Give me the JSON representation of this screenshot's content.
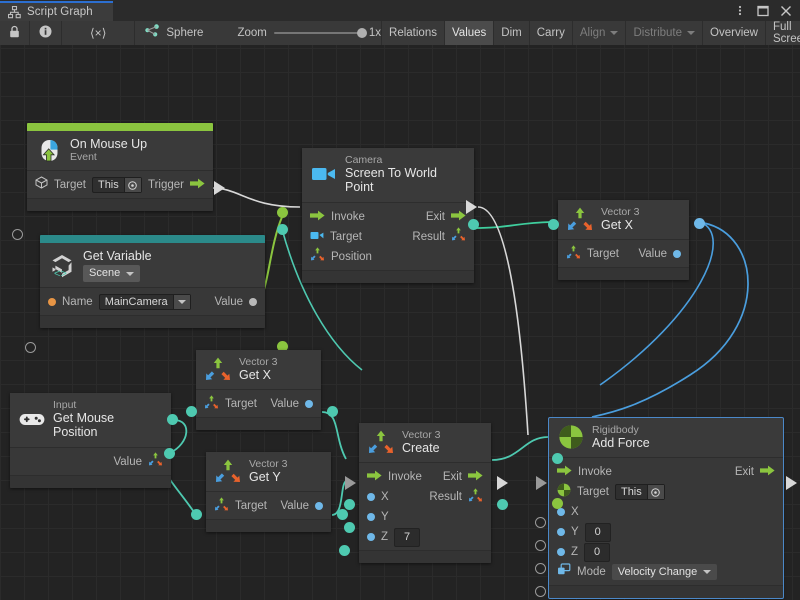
{
  "window": {
    "tab_title": "Script Graph",
    "tab_icon": "script-graph-icon",
    "buttons": [
      {
        "name": "window-menu-button",
        "glyph": "kebab-menu-icon"
      },
      {
        "name": "window-maximize-button",
        "glyph": "maximize-icon"
      },
      {
        "name": "window-close-button",
        "glyph": "close-icon"
      }
    ]
  },
  "toolbar": {
    "lock_icon": "lock-icon",
    "info_icon": "info-icon",
    "code_icon": "angle-brackets-icon",
    "object_label": "Sphere",
    "object_icon": "graph-asset-icon",
    "zoom_label": "Zoom",
    "zoom_value": "1x",
    "buttons": [
      {
        "label": "Relations",
        "active": false,
        "dim": false,
        "caret": false
      },
      {
        "label": "Values",
        "active": true,
        "dim": false,
        "caret": false
      },
      {
        "label": "Dim",
        "active": false,
        "dim": false,
        "caret": false
      },
      {
        "label": "Carry",
        "active": false,
        "dim": false,
        "caret": false
      },
      {
        "label": "Align",
        "active": false,
        "dim": true,
        "caret": true
      },
      {
        "label": "Distribute",
        "active": false,
        "dim": true,
        "caret": true
      },
      {
        "label": "Overview",
        "active": false,
        "dim": false,
        "caret": false
      },
      {
        "label": "Full Screen",
        "active": false,
        "dim": false,
        "caret": false
      }
    ]
  },
  "colors": {
    "canvas_bg": "#232323",
    "node_bg": "#383838",
    "accent_event": "#8bc53f",
    "accent_variable": "#2b8a8a",
    "selection": "#4b88c8",
    "wire_flow": "#d8d8d8",
    "wire_value_teal": "#4ec9b0",
    "wire_value_blue": "#4a9ede",
    "wire_value_green": "#8bc53f",
    "port_blue": "#6fb8e8",
    "port_green": "#8bc53f",
    "port_orange": "#e79545"
  },
  "nodes": [
    {
      "id": "on-mouse-up",
      "type": "On Mouse Up",
      "title": "Event",
      "icon": "mouse-up-event-icon",
      "accent": "#8bc53f",
      "selected": false,
      "rows": [
        {
          "left": {
            "icon": "cube-icon",
            "label": "Target",
            "field": {
              "kind": "popup",
              "value": "This"
            }
          },
          "right": {
            "label": "Trigger",
            "icon": "flow-arrow-icon"
          }
        }
      ]
    },
    {
      "id": "get-variable",
      "type": "Get Variable",
      "title": "",
      "scope": "Scene",
      "icon": "unity-variable-icon",
      "accent": "#2b8a8a",
      "selected": false,
      "rows": [
        {
          "left": {
            "dot": "orange",
            "label": "Name",
            "field": {
              "kind": "dropdown",
              "value": "MainCamera"
            }
          },
          "right": {
            "label": "Value",
            "dot": "grey"
          }
        }
      ]
    },
    {
      "id": "camera-screen-to-world-point",
      "type": "Camera",
      "title": "Screen To World Point",
      "icon": "camera-icon",
      "accent": null,
      "selected": false,
      "rows": [
        {
          "left": {
            "icon": "flow-arrow-icon",
            "label": "Invoke"
          },
          "right": {
            "label": "Exit",
            "icon": "flow-arrow-icon"
          }
        },
        {
          "left": {
            "icon": "camera-icon",
            "label": "Target"
          },
          "right": {
            "label": "Result",
            "icon": "vector3-icon"
          }
        },
        {
          "left": {
            "icon": "vector3-icon",
            "label": "Position"
          },
          "right": null
        }
      ]
    },
    {
      "id": "vector3-get-x-right",
      "type": "Vector 3",
      "title": "Get X",
      "icon": "vector3-icon",
      "accent": null,
      "selected": false,
      "rows": [
        {
          "left": {
            "icon": "vector3-icon",
            "label": "Target"
          },
          "right": {
            "label": "Value",
            "dot": "blue"
          }
        }
      ]
    },
    {
      "id": "vector3-get-x-left",
      "type": "Vector 3",
      "title": "Get X",
      "icon": "vector3-icon",
      "accent": null,
      "selected": false,
      "rows": [
        {
          "left": {
            "icon": "vector3-icon",
            "label": "Target"
          },
          "right": {
            "label": "Value",
            "dot": "blue"
          }
        }
      ]
    },
    {
      "id": "vector3-get-y",
      "type": "Vector 3",
      "title": "Get Y",
      "icon": "vector3-icon",
      "accent": null,
      "selected": false,
      "rows": [
        {
          "left": {
            "icon": "vector3-icon",
            "label": "Target"
          },
          "right": {
            "label": "Value",
            "dot": "blue"
          }
        }
      ]
    },
    {
      "id": "input-get-mouse-position",
      "type": "Input",
      "title": "Get Mouse Position",
      "icon": "gamepad-icon",
      "accent": null,
      "selected": false,
      "rows": [
        {
          "left": null,
          "right": {
            "label": "Value",
            "icon": "vector3-icon"
          }
        }
      ]
    },
    {
      "id": "vector3-create",
      "type": "Vector 3",
      "title": "Create",
      "icon": "vector3-icon",
      "accent": null,
      "selected": false,
      "rows": [
        {
          "left": {
            "icon": "flow-arrow-icon",
            "label": "Invoke"
          },
          "right": {
            "label": "Exit",
            "icon": "flow-arrow-icon"
          }
        },
        {
          "left": {
            "dot": "blue",
            "label": "X"
          },
          "right": {
            "label": "Result",
            "icon": "vector3-icon"
          }
        },
        {
          "left": {
            "dot": "blue",
            "label": "Y"
          },
          "right": null
        },
        {
          "left": {
            "dot": "blue",
            "label": "Z",
            "field": {
              "kind": "num",
              "value": "7"
            }
          },
          "right": null
        }
      ]
    },
    {
      "id": "rigidbody-add-force",
      "type": "Rigidbody",
      "title": "Add Force",
      "icon": "rigidbody-icon",
      "accent": null,
      "selected": true,
      "rows": [
        {
          "left": {
            "icon": "flow-arrow-icon",
            "label": "Invoke"
          },
          "right": {
            "label": "Exit",
            "icon": "flow-arrow-icon"
          }
        },
        {
          "left": {
            "icon": "rigidbody-icon",
            "label": "Target",
            "field": {
              "kind": "popup",
              "value": "This"
            }
          },
          "right": null
        },
        {
          "left": {
            "dot": "blue",
            "label": "X"
          },
          "right": null
        },
        {
          "left": {
            "dot": "blue",
            "label": "Y",
            "field": {
              "kind": "num",
              "value": "0"
            }
          },
          "right": null
        },
        {
          "left": {
            "dot": "blue",
            "label": "Z",
            "field": {
              "kind": "num",
              "value": "0"
            }
          },
          "right": null
        },
        {
          "left": {
            "icon": "enum-icon",
            "label": "Mode",
            "field": {
              "kind": "dropdown-dark",
              "value": "Velocity Change"
            }
          },
          "right": null
        }
      ]
    }
  ]
}
